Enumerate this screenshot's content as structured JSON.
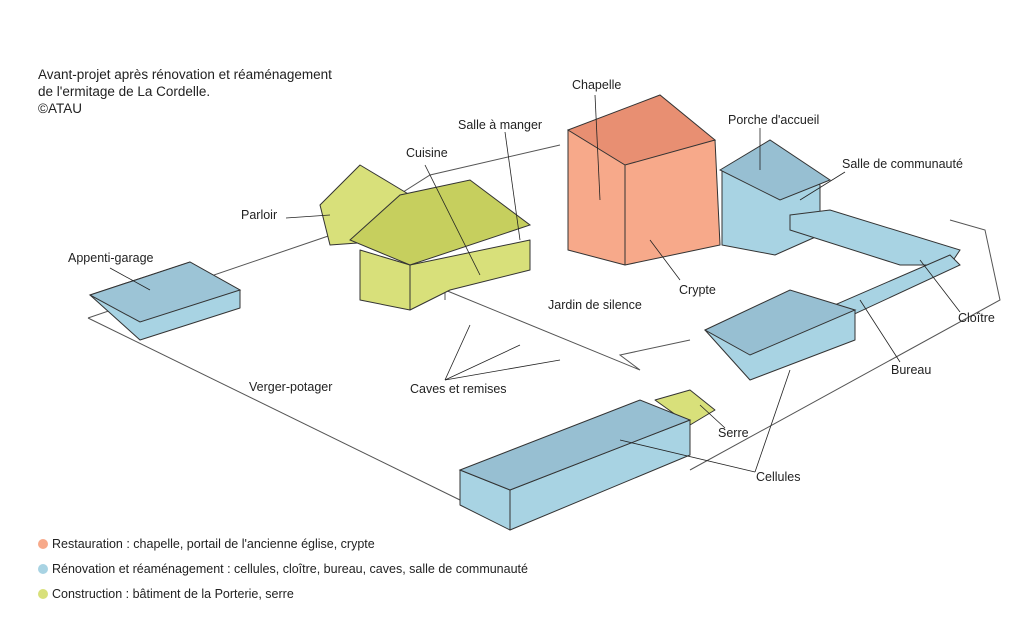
{
  "title": {
    "line1": "Avant-projet après rénovation et réaménagement",
    "line2": "de l'ermitage de La Cordelle.",
    "credit": "©ATAU"
  },
  "colors": {
    "restauration": "#f7a98a",
    "renovation": "#a8d3e3",
    "construction": "#d8e07a"
  },
  "labels": {
    "chapelle": "Chapelle",
    "salle_a_manger": "Salle à manger",
    "porche": "Porche d'accueil",
    "cuisine": "Cuisine",
    "salle_communaute": "Salle de communauté",
    "parloir": "Parloir",
    "appenti": "Appenti-garage",
    "jardin": "Jardin de silence",
    "crypte": "Crypte",
    "cloitre": "Cloître",
    "verger": "Verger-potager",
    "caves": "Caves et remises",
    "bureau": "Bureau",
    "serre": "Serre",
    "cellules": "Cellules"
  },
  "legend": [
    {
      "label": "Restauration : chapelle, portail de l'ancienne église, crypte"
    },
    {
      "label": "Rénovation et réaménagement : cellules, cloître, bureau, caves, salle de communauté"
    },
    {
      "label": "Construction : bâtiment de la Porterie, serre"
    }
  ]
}
